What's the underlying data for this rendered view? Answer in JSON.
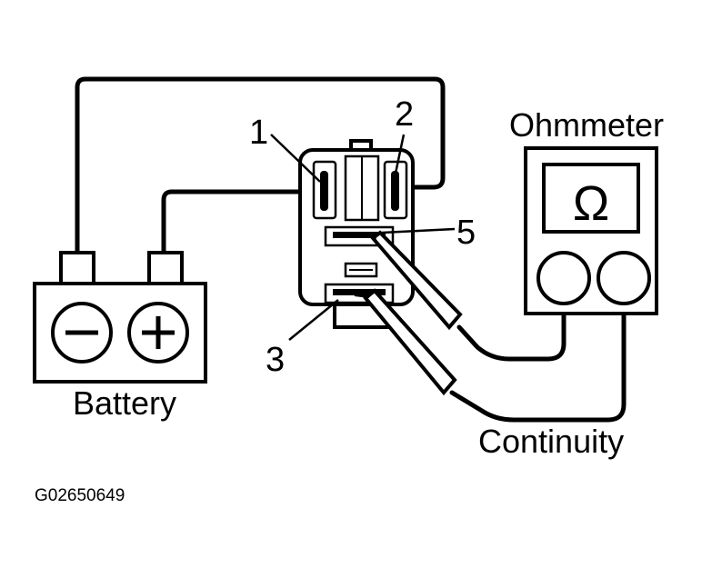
{
  "labels": {
    "terminal_1": "1",
    "terminal_2": "2",
    "terminal_3": "3",
    "terminal_5": "5",
    "ohmmeter": "Ohmmeter",
    "ohm_symbol": "Ω",
    "battery": "Battery",
    "battery_negative": "−",
    "battery_positive": "+",
    "continuity": "Continuity",
    "figure_id": "G02650649"
  },
  "colors": {
    "line": "#000000",
    "background": "#ffffff"
  }
}
